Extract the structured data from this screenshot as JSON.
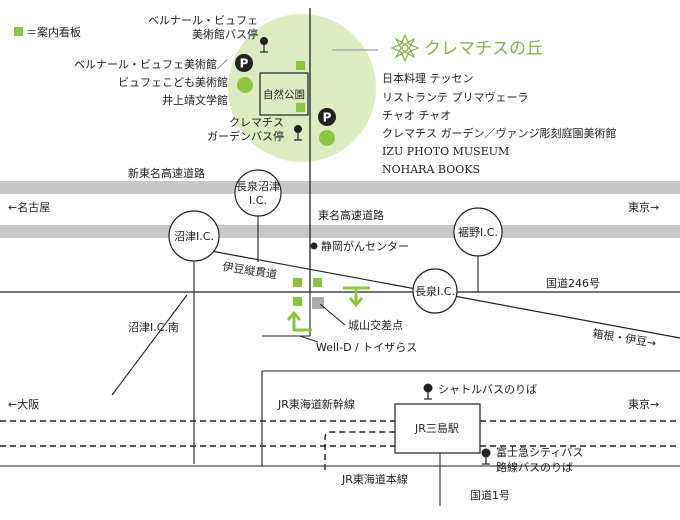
{
  "legend": {
    "label": "＝案内看板"
  },
  "landmark": {
    "title": "クレマチスの丘",
    "park": "自然公園",
    "facilities": [
      "日本料理 テッセン",
      "リストランテ プリマヴェーラ",
      "チャオ チャオ",
      "クレマチス ガーデン／ヴァンジ彫刻庭園美術館",
      "IZU PHOTO MUSEUM",
      "NOHARA BOOKS"
    ]
  },
  "stops": {
    "buffet_bus": [
      "ベルナール・ビュフェ",
      "美術館バス停"
    ],
    "garden_bus": [
      "クレマチス",
      "ガーデンバス停"
    ],
    "shuttle": "シャトルバスのりば",
    "fuji_bus": [
      "富士急シティバス",
      "路線バスのりば"
    ]
  },
  "museums": [
    "ベルナール・ビュフェ美術館／",
    "ビュフェこども美術館",
    "井上靖文学館"
  ],
  "parking_label": "P",
  "roads": {
    "shin_tomei": "新東名高速道路",
    "tomei": "東名高速道路",
    "izu_jukan": "伊豆縦貫道",
    "route246": "国道246号",
    "route1": "国道1号",
    "hakone": "箱根・伊豆→",
    "shinkansen": "JR東海道新幹線",
    "tokaido": "JR東海道本線",
    "to_nagoya": "←名古屋",
    "to_tokyo_top": "東京→",
    "to_osaka": "←大阪",
    "to_tokyo_bottom": "東京→"
  },
  "interchanges": {
    "nagaizumi_numazu": [
      "長泉沼津",
      "I.C."
    ],
    "numazu": "沼津I.C.",
    "susono": "裾野I.C.",
    "nagaizumi": "長泉I.C.",
    "numazu_south": "沼津I.C.南"
  },
  "places": {
    "cancer_center": "静岡がんセンター",
    "shiroyama": "城山交差点",
    "welld": "Well-D / トイザらス",
    "mishima": "JR三島駅"
  },
  "colors": {
    "green": "#8cc63f",
    "light_green": "#dcebc1",
    "road_gray": "#c8c8c8",
    "line": "#222222"
  }
}
